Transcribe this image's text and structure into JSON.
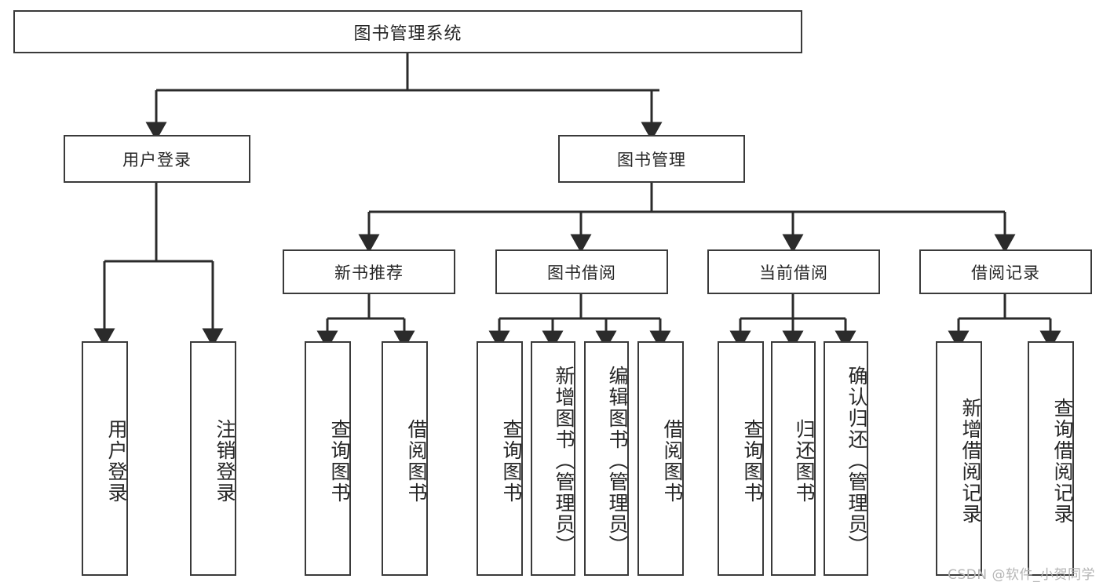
{
  "diagram": {
    "title": "图书管理系统",
    "type": "tree-hierarchy",
    "watermark": "CSDN @软件_小贺同学",
    "colors": {
      "border": "#3a3a3a",
      "fill": "#ffffff",
      "text": "#262626",
      "edge": "#2b2b2b",
      "watermark": "#b4b4b4"
    },
    "root": {
      "label": "图书管理系统"
    },
    "level2": [
      {
        "label": "用户登录"
      },
      {
        "label": "图书管理"
      }
    ],
    "level3": [
      {
        "label": "新书推荐"
      },
      {
        "label": "图书借阅"
      },
      {
        "label": "当前借阅"
      },
      {
        "label": "借阅记录"
      }
    ],
    "leaves": {
      "user_login": [
        {
          "label": "用户登录"
        },
        {
          "label": "注销登录"
        }
      ],
      "new_book": [
        {
          "label": "查询图书"
        },
        {
          "label": "借阅图书"
        }
      ],
      "book_borrow": [
        {
          "label": "查询图书"
        },
        {
          "label": "新增图书（管理员）"
        },
        {
          "label": "编辑图书（管理员）"
        },
        {
          "label": "借阅图书"
        }
      ],
      "current_borrow": [
        {
          "label": "查询图书"
        },
        {
          "label": "归还图书"
        },
        {
          "label": "确认归还（管理员）"
        }
      ],
      "borrow_record": [
        {
          "label": "新增借阅记录"
        },
        {
          "label": "查询借阅记录"
        }
      ]
    }
  }
}
